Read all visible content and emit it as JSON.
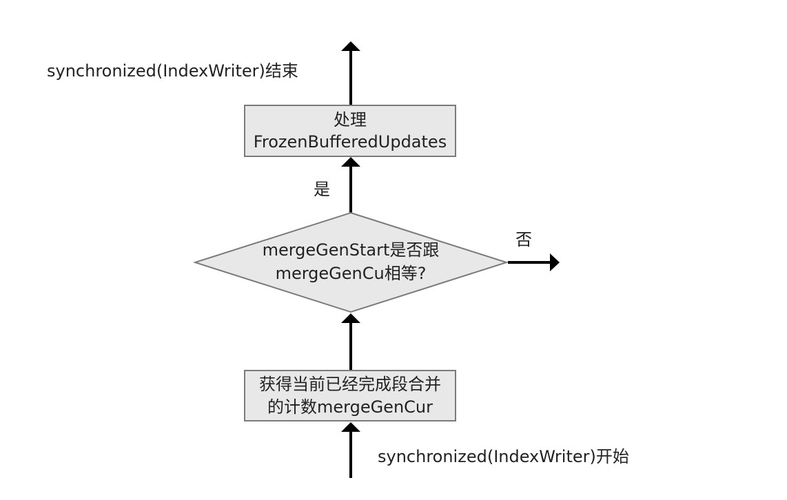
{
  "end_label": "synchronized(IndexWriter)结束",
  "start_label": "synchronized(IndexWriter)开始",
  "process_box": {
    "line1": "处理",
    "line2": "FrozenBufferedUpdates"
  },
  "decision": {
    "line1": "mergeGenStart是否跟",
    "line2": "mergeGenCu相等?"
  },
  "yes_label": "是",
  "no_label": "否",
  "get_box": {
    "line1": "获得当前已经完成段合并",
    "line2": "的计数mergeGenCur"
  },
  "colors": {
    "box_fill": "#e8e8e8",
    "box_border": "#7a7a7a",
    "arrow": "#000000"
  }
}
